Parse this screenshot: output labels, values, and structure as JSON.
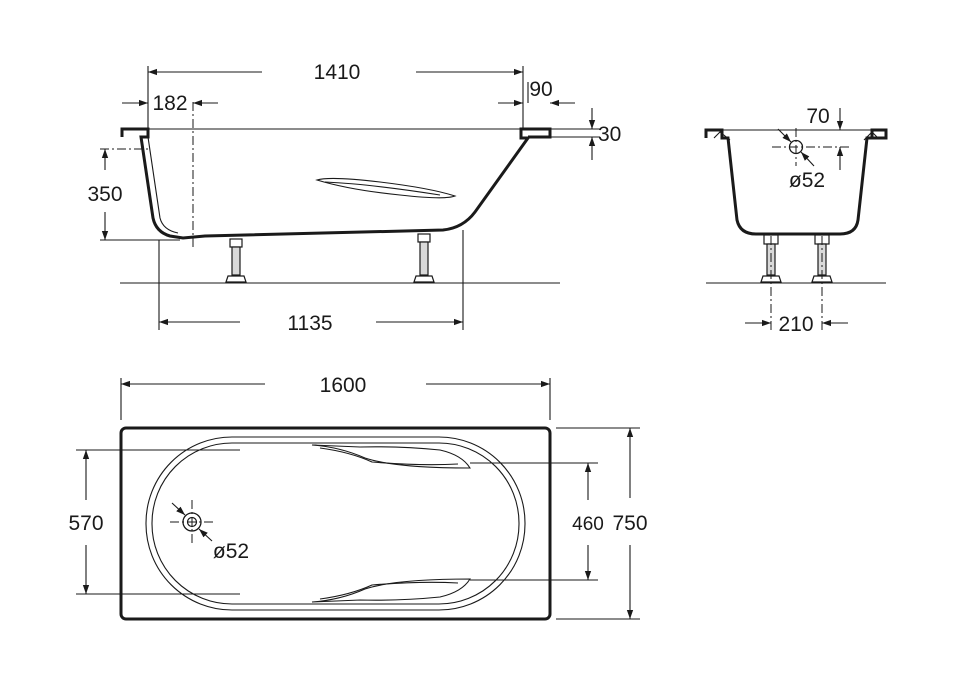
{
  "side_view": {
    "dims": {
      "overall_top_length": "1410",
      "drain_offset": "182",
      "rim_end_width": "90",
      "rim_height": "30",
      "depth": "350",
      "bottom_length": "1135"
    }
  },
  "end_view": {
    "dims": {
      "overflow_offset": "70",
      "overflow_diameter": "ø52",
      "leg_spacing": "210"
    }
  },
  "plan_view": {
    "dims": {
      "overall_length": "1600",
      "overall_width": "750",
      "inner_width": "570",
      "inner_bottom_width": "460",
      "drain_diameter": "ø52"
    }
  }
}
